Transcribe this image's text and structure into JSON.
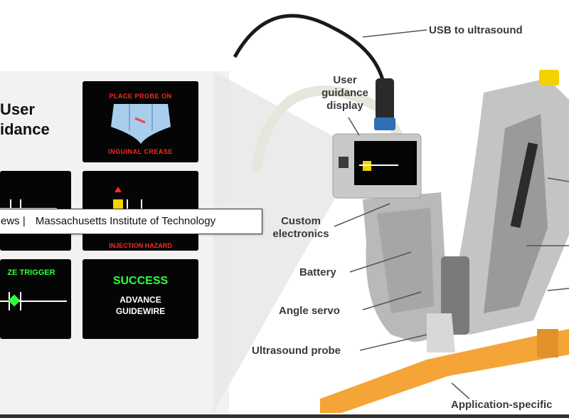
{
  "guidance_panel": {
    "title_line1": "User",
    "title_line2": "idance",
    "tile_place_probe": {
      "top_text": "PLACE PROBE ON",
      "bottom_text": "INGUINAL CREASE"
    },
    "tile_injection": {
      "bottom_text": "INJECTION HAZARD"
    },
    "tile_freeze": {
      "top_text": "ZE TRIGGER"
    },
    "tile_success": {
      "title": "SUCCESS",
      "line1": "ADVANCE",
      "line2": "GUIDEWIRE"
    }
  },
  "tooltip": {
    "prefix": "ews |",
    "text": "Massachusetts Institute of Technology"
  },
  "device_labels": {
    "usb": "USB to ultrasound",
    "user_guidance_1": "User",
    "user_guidance_2": "guidance",
    "user_guidance_3": "display",
    "custom_1": "Custom",
    "custom_2": "electronics",
    "battery": "Battery",
    "angle_servo": "Angle servo",
    "ultrasound_probe": "Ultrasound probe",
    "application_specific": "Application-specific"
  },
  "colors": {
    "tile_red_text": "#ff2a1a",
    "tile_green_text": "#2dff3a",
    "device_yellow": "#f2d200",
    "tray_orange": "#f5a437"
  }
}
